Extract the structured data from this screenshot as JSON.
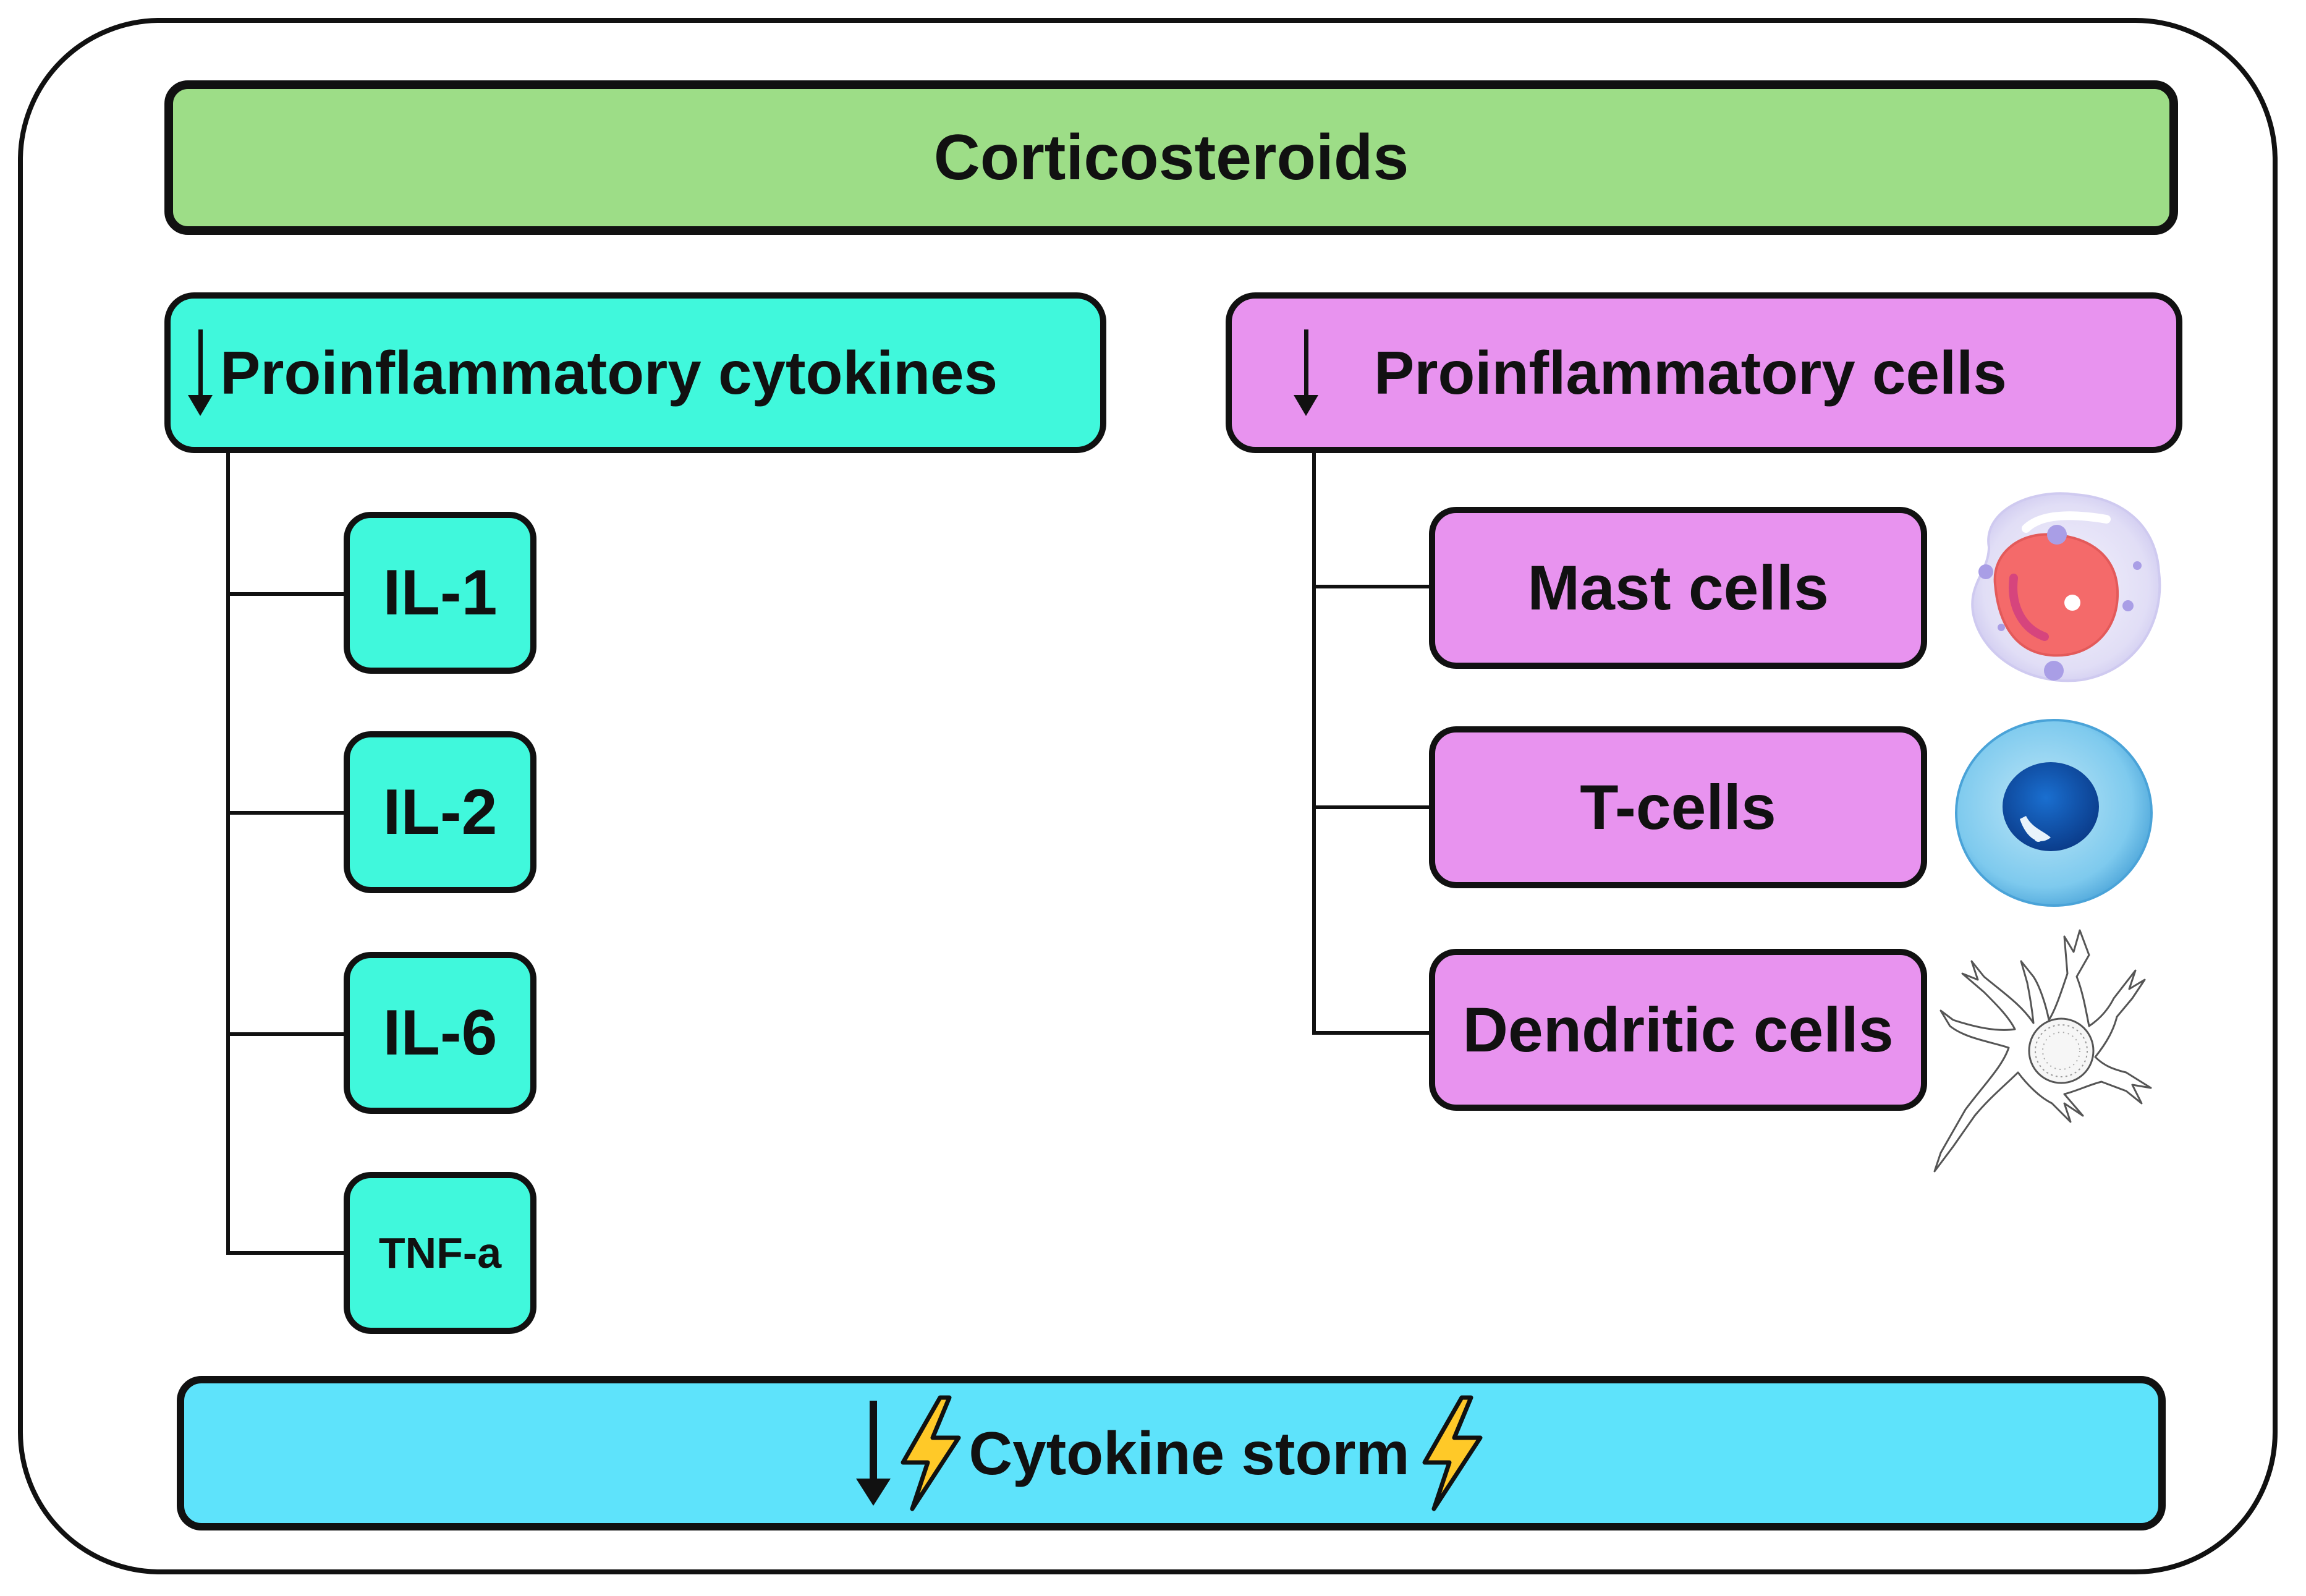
{
  "title": "Corticosteroids",
  "left_header": "Proinflammatory cytokines",
  "right_header": "Proinflammatory cells",
  "cytokines": [
    "IL-1",
    "IL-2",
    "IL-6",
    "TNF-a"
  ],
  "cells": [
    "Mast cells",
    "T-cells",
    "Dendritic cells"
  ],
  "footer": "Cytokine storm",
  "colors": {
    "title_fill": "#9ddd87",
    "cytokine_fill": "#40f8dc",
    "cell_fill": "#e893ef",
    "storm_fill": "#5ee3fb",
    "bolt_fill": "#ffc928"
  },
  "icons": [
    "down-arrow-icon",
    "lightning-bolt-icon",
    "mast-cell-icon",
    "t-cell-icon",
    "dendritic-cell-icon"
  ]
}
